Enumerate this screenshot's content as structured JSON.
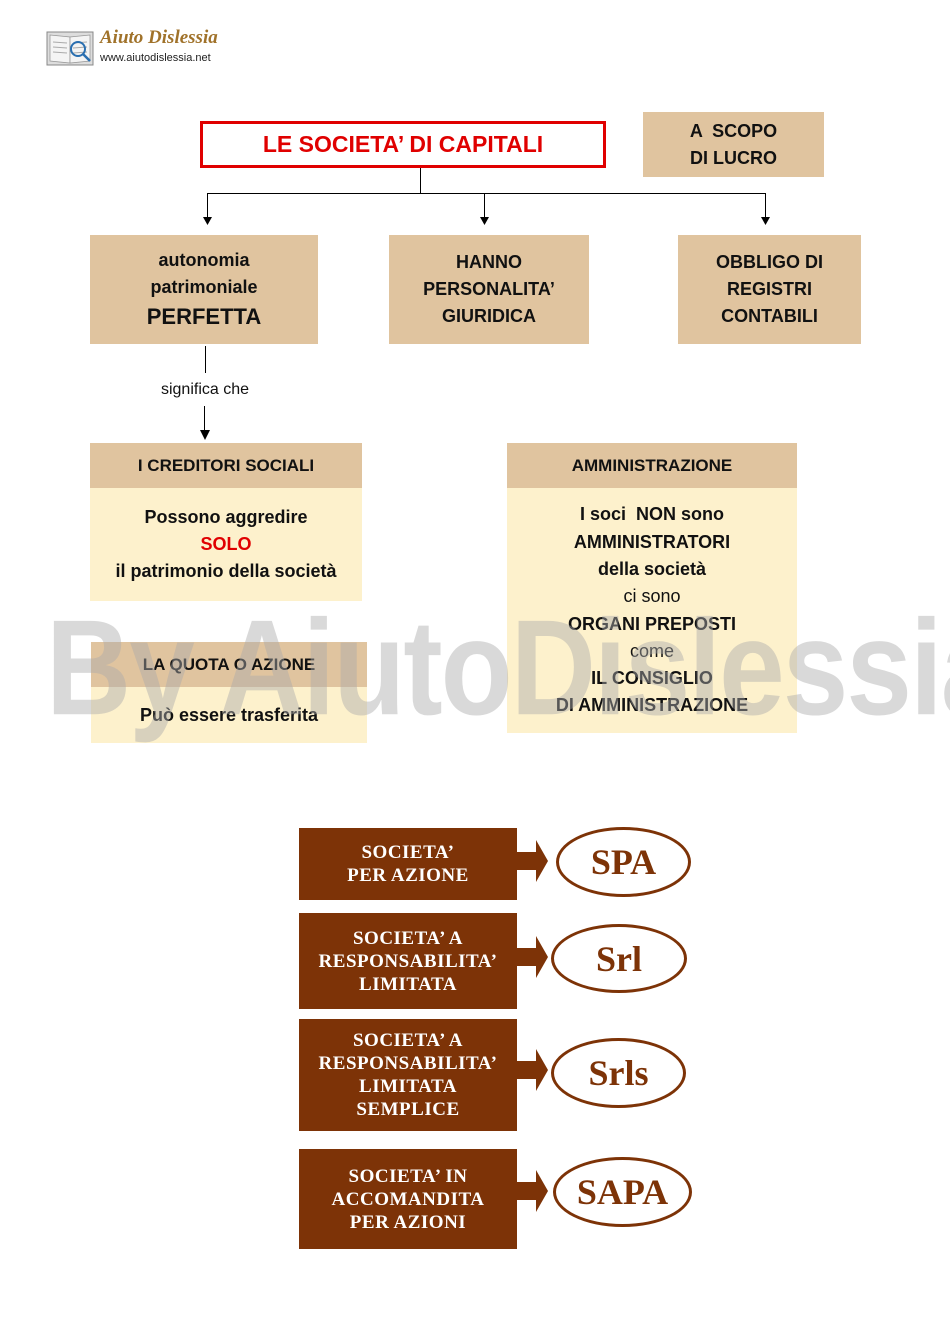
{
  "logo": {
    "title": "Aiuto Dislessia",
    "url": "www.aiutodislessia.net"
  },
  "main_title": "LE SOCIETA’ DI CAPITALI",
  "scopo": {
    "line1": "A  SCOPO",
    "line2": "DI LUCRO"
  },
  "autonomia": {
    "line1": "autonomia",
    "line2": "patrimoniale",
    "line3": "PERFETTA"
  },
  "personalita": {
    "line1": "HANNO",
    "line2": "PERSONALITA’",
    "line3": "GIURIDICA"
  },
  "obbligo": {
    "line1": "OBBLIGO DI",
    "line2": "REGISTRI",
    "line3": "CONTABILI"
  },
  "connector_label": "significa che",
  "creditori": {
    "header": "I CREDITORI SOCIALI",
    "line1": "Possono aggredire",
    "line2": "SOLO",
    "line3": "il patrimonio della società"
  },
  "quota": {
    "header": "LA QUOTA O AZIONE",
    "body": "Può essere trasferita"
  },
  "amministrazione": {
    "header": "AMMINISTRAZIONE",
    "line1": "I soci  NON sono",
    "line2": "AMMINISTRATORI",
    "line3": "della società",
    "line4": "ci sono",
    "line5": "ORGANI PREPOSTI",
    "line6": "come",
    "line7": "IL CONSIGLIO",
    "line8": "DI AMMINISTRAZIONE"
  },
  "watermark": "By AiutoDislessia.net",
  "types": [
    {
      "lines": [
        "SOCIETA’",
        "PER AZIONE"
      ],
      "abbr": "SPA"
    },
    {
      "lines": [
        "SOCIETA’ A",
        "RESPONSABILITA’",
        "LIMITATA"
      ],
      "abbr": "Srl"
    },
    {
      "lines": [
        "SOCIETA’ A",
        "RESPONSABILITA’",
        "LIMITATA",
        "SEMPLICE"
      ],
      "abbr": "Srls"
    },
    {
      "lines": [
        "SOCIETA’ IN",
        "ACCOMANDITA",
        "PER AZIONI"
      ],
      "abbr": "SAPA"
    }
  ],
  "colors": {
    "brown": "#7d3307",
    "tan": "#e0c49f",
    "cream": "#fdf1cc",
    "red": "#e00000"
  }
}
